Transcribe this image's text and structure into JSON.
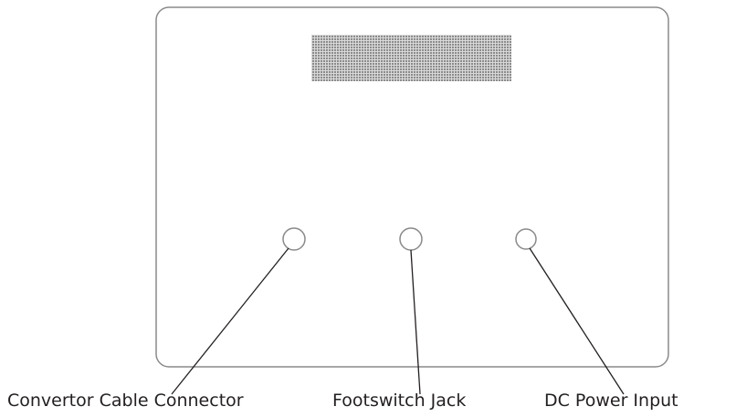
{
  "labels": {
    "convertor": "Convertor Cable Connector",
    "footswitch": "Footswitch Jack",
    "dc_power": "DC Power Input"
  },
  "colors": {
    "outline": "#8a8a8a",
    "leader": "#231f20",
    "grille": "#8c8c8c",
    "text": "#231f20"
  }
}
